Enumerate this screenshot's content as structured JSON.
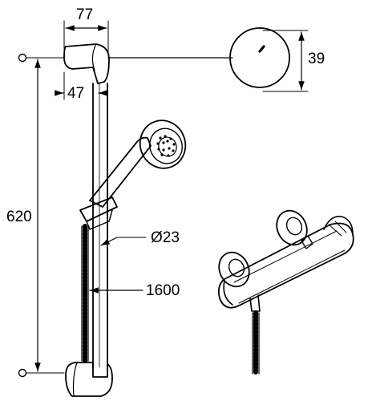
{
  "dimensions": {
    "width_top": "77",
    "offset": "47",
    "height_escutcheon": "39",
    "rail_length": "620",
    "hose_diameter": "Ø23",
    "hose_length": "1600"
  }
}
